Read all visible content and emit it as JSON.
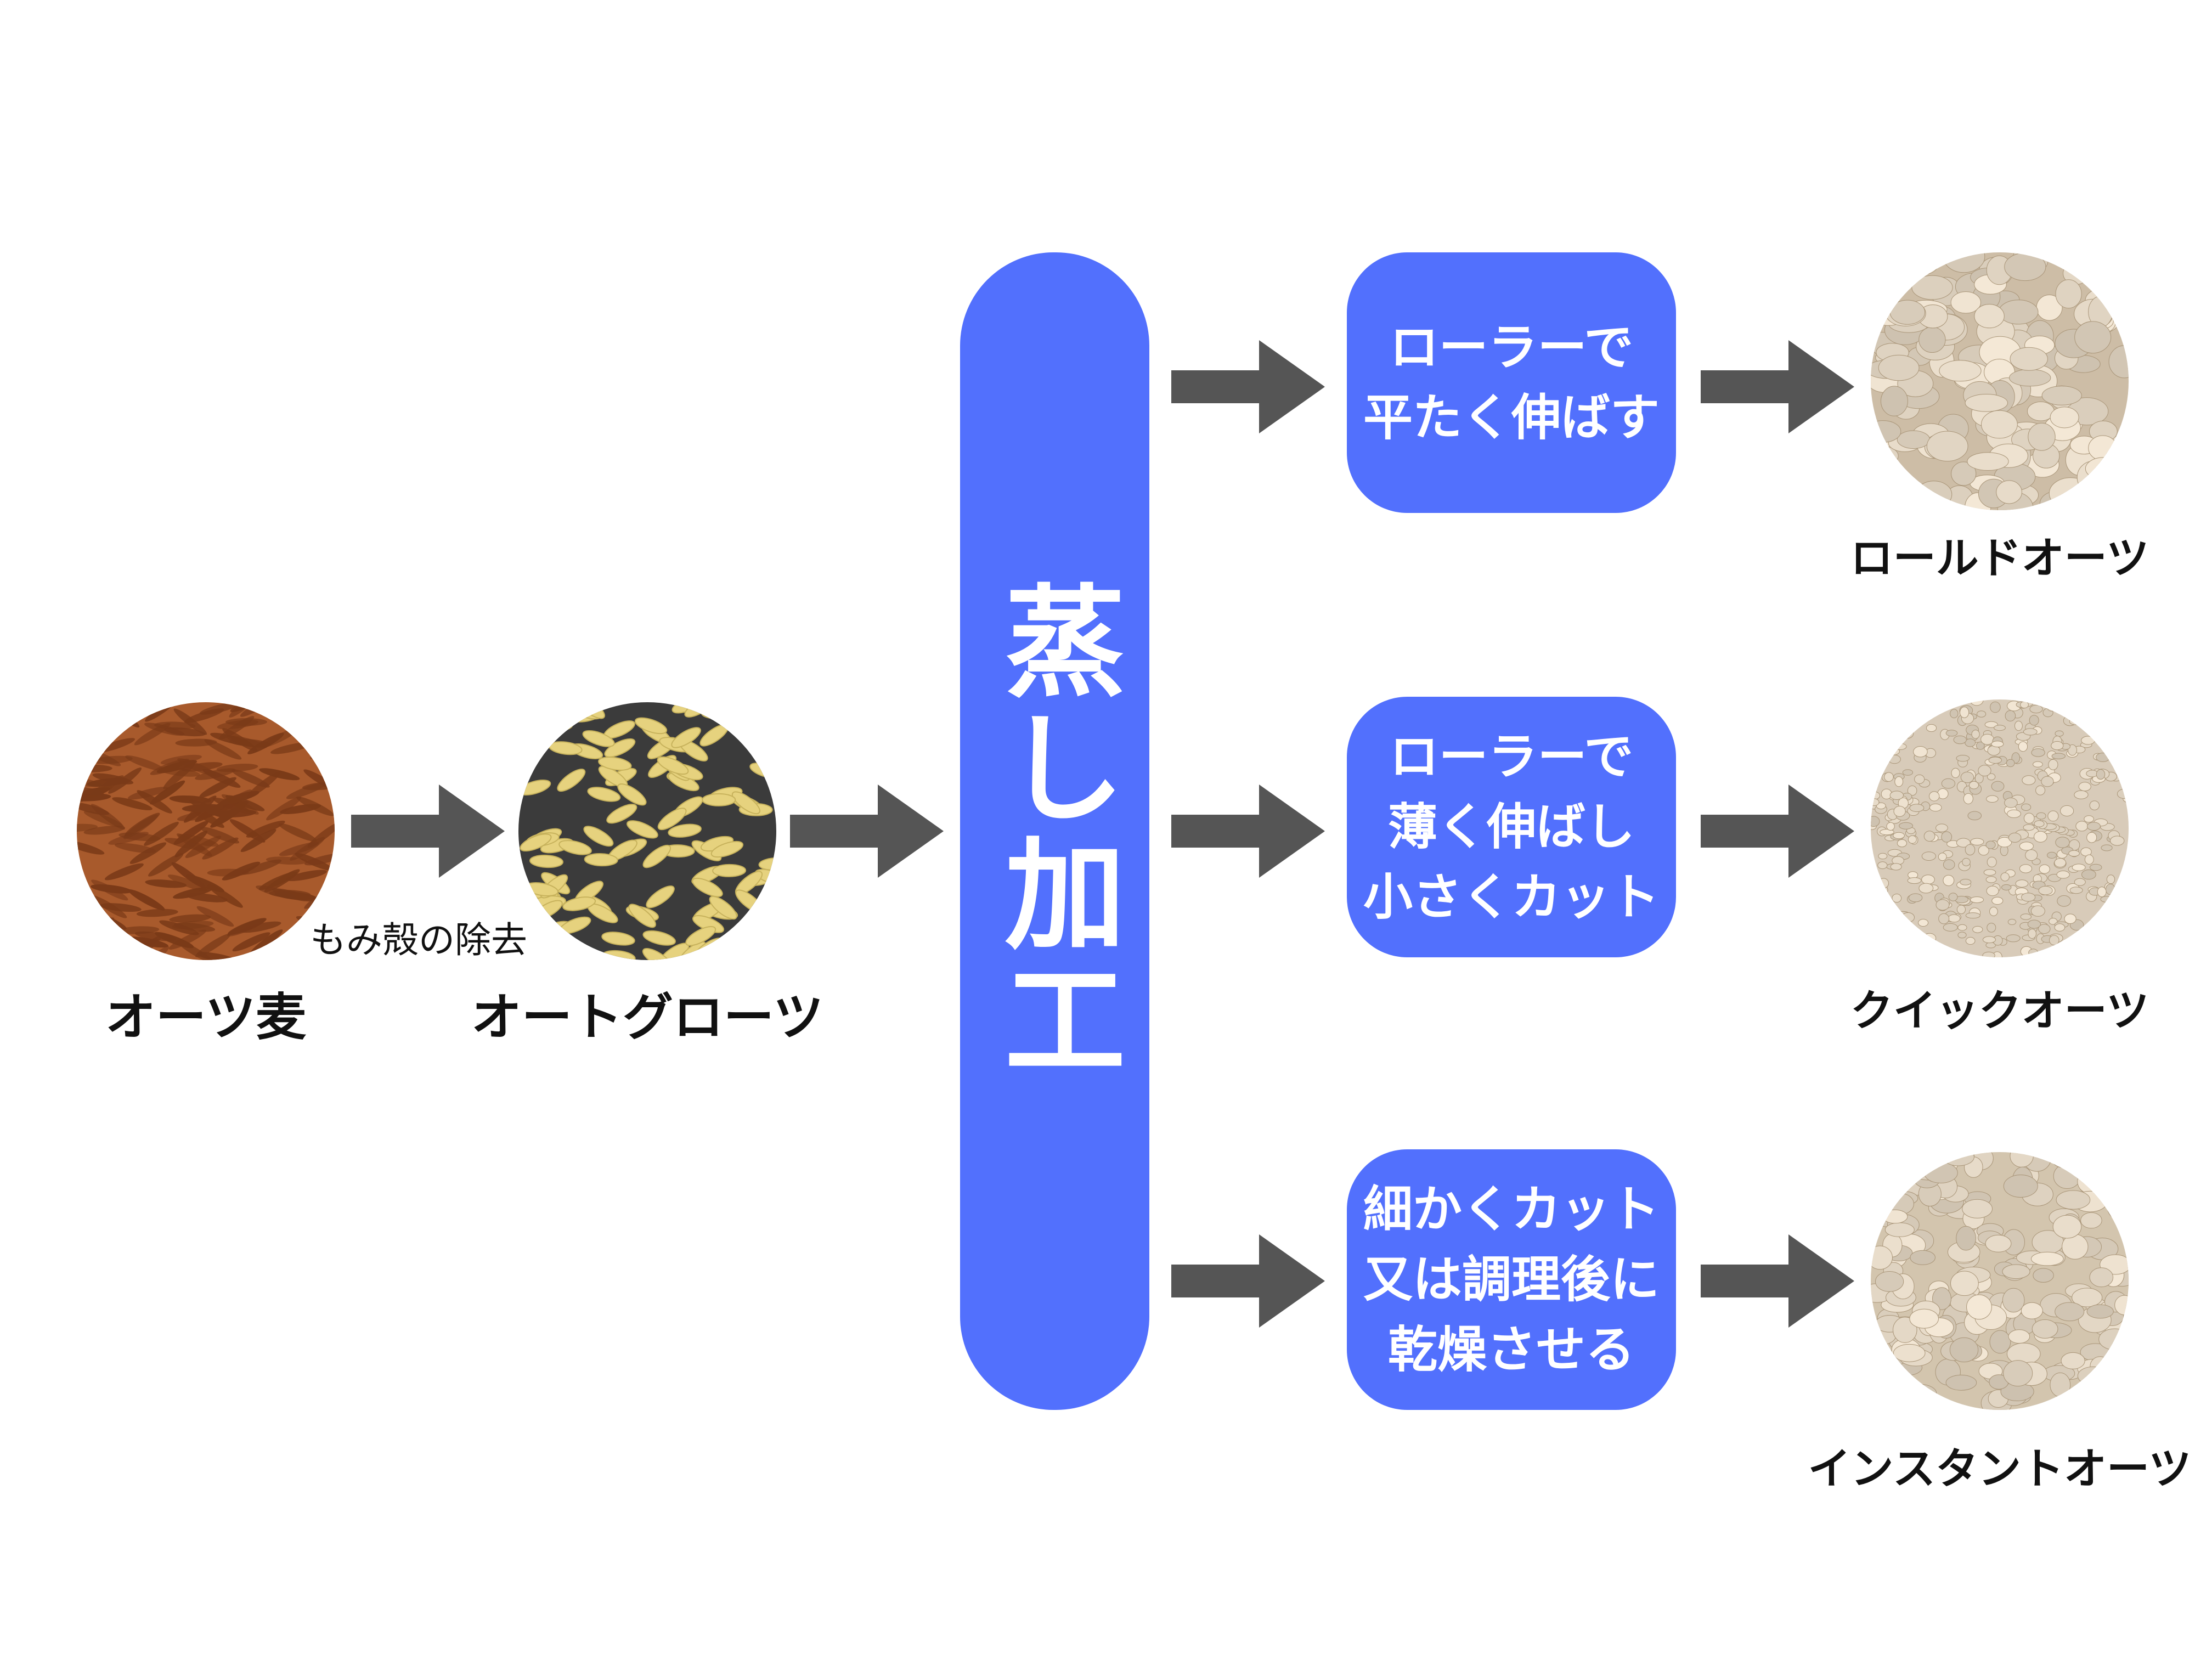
{
  "sources": [
    {
      "label": "オーツ麦",
      "fill": "#a85a2c",
      "grain": "#7a3a18"
    },
    {
      "label": "オートグローツ",
      "fill": "#3b3b3b",
      "grain": "#e6d27e"
    }
  ],
  "husk_note": "もみ殻の除去",
  "steam": {
    "label": "蒸し加工",
    "color": "#5270fd"
  },
  "processes": [
    {
      "lines": [
        "ローラーで",
        "平たく伸ばす"
      ],
      "product": "ロールドオーツ"
    },
    {
      "lines": [
        "ローラーで",
        "薄く伸ばし",
        "小さくカット"
      ],
      "product": "クイックオーツ"
    },
    {
      "lines": [
        "細かくカット",
        "又は調理後に",
        "乾燥させる"
      ],
      "product": "インスタントオーツ"
    }
  ],
  "colors": {
    "arrow": "#555555",
    "box": "#5270fd",
    "oat_flake": "#e3d6c3"
  }
}
